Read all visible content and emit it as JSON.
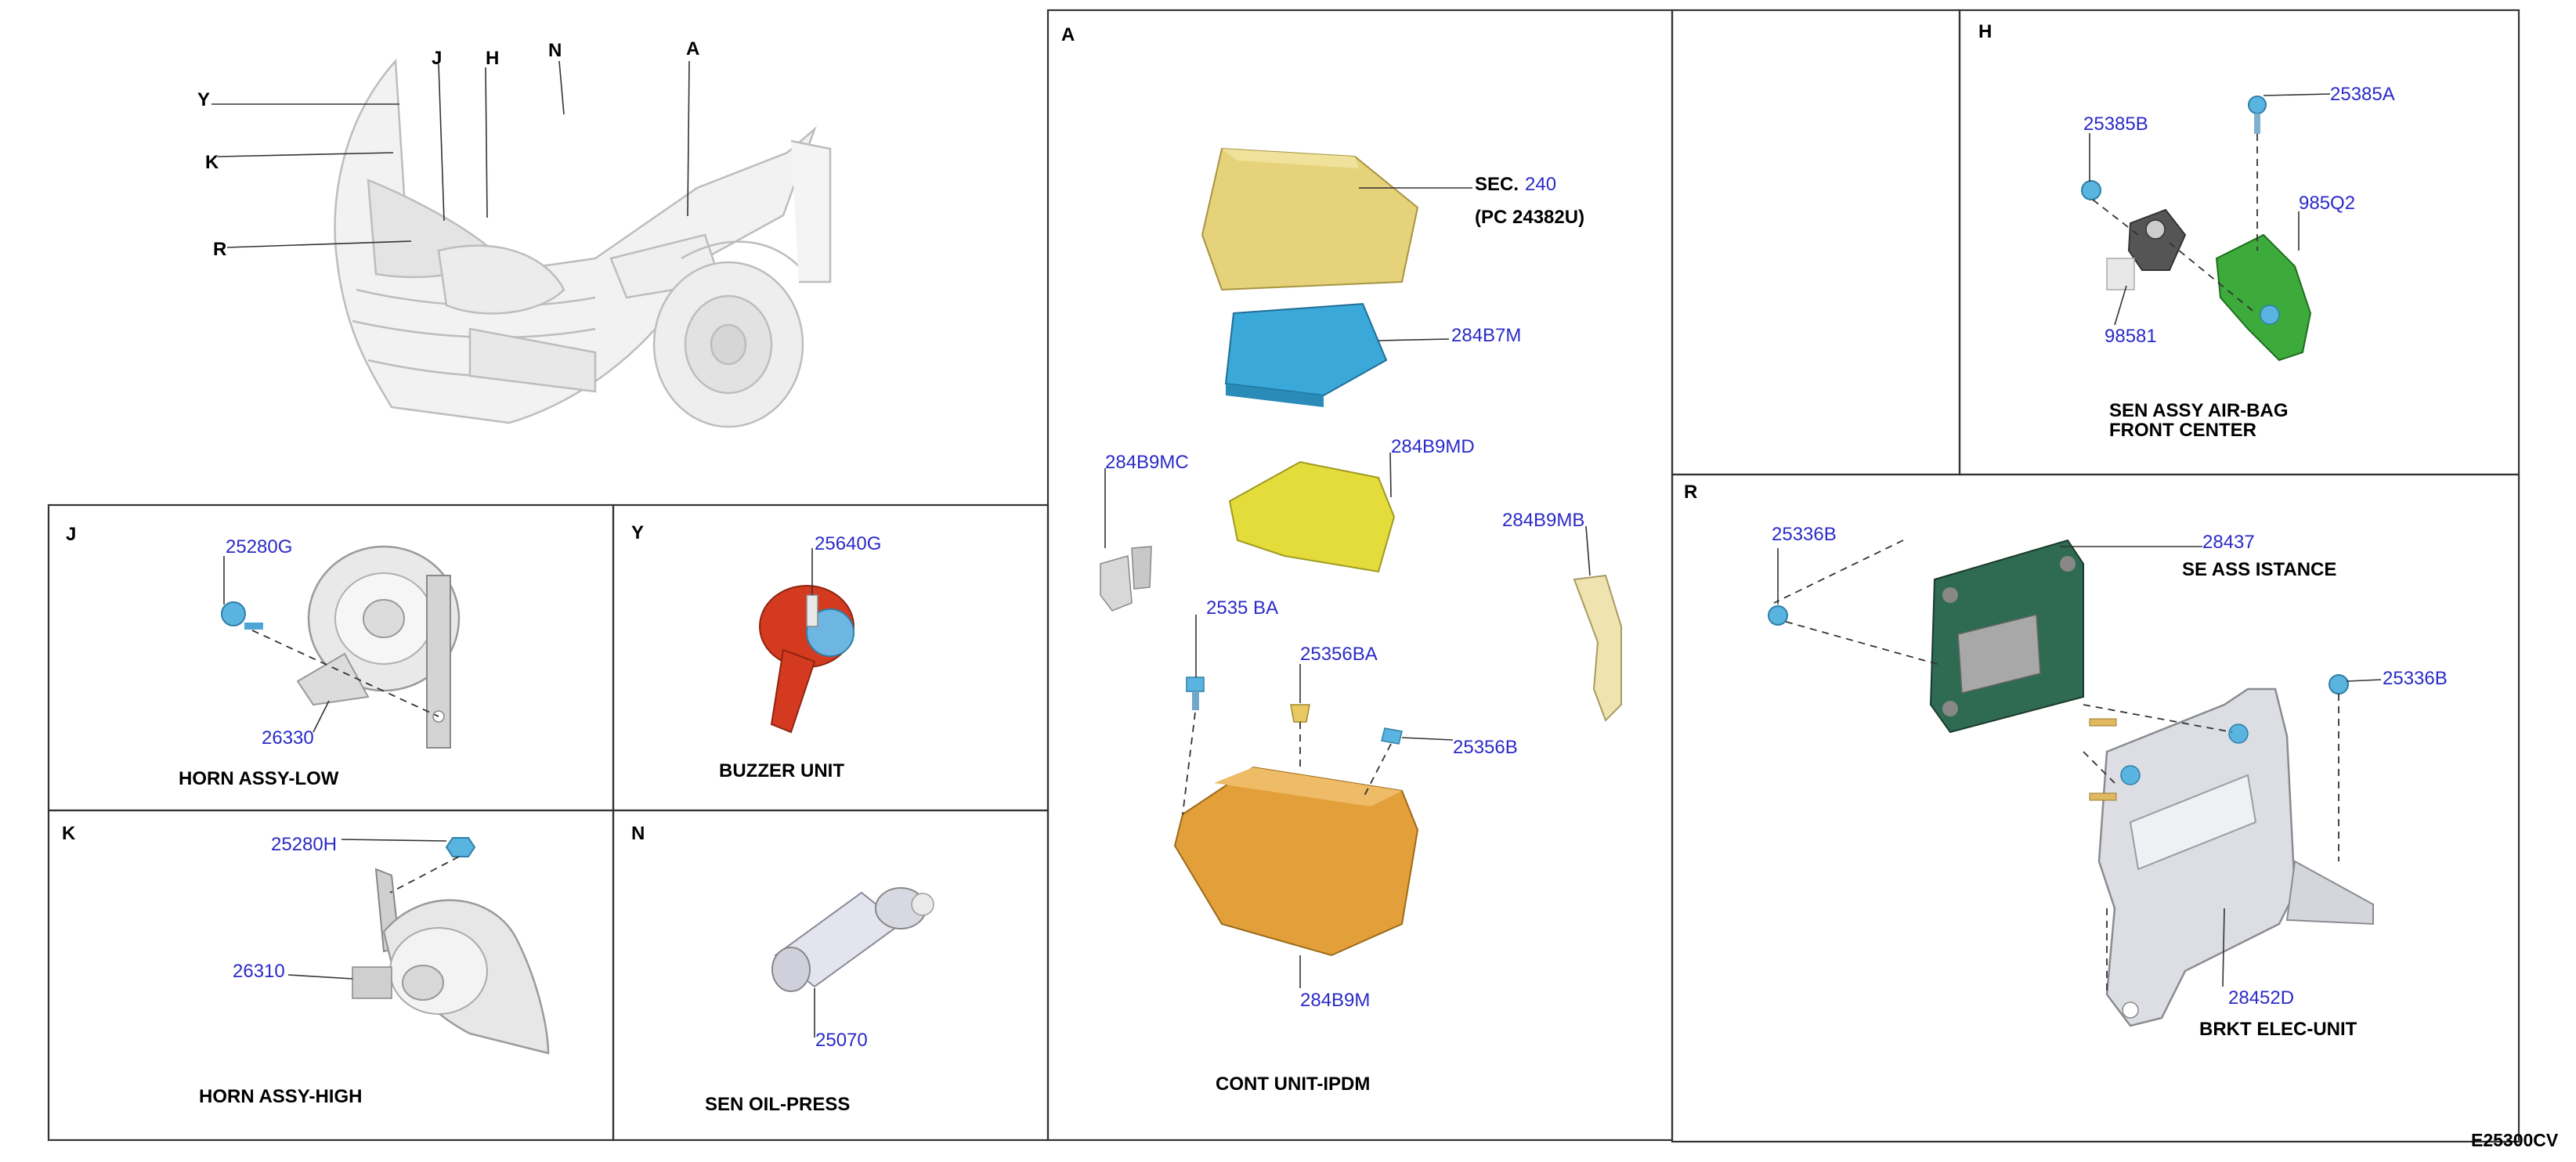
{
  "overview": {
    "letters": {
      "y": "Y",
      "k": "K",
      "r": "R",
      "j": "J",
      "h": "H",
      "n": "N",
      "a": "A"
    }
  },
  "panels": {
    "j": {
      "letter": "J",
      "title": "HORN ASSY-LOW",
      "parts": {
        "nut": "25280G",
        "horn": "26330"
      }
    },
    "y": {
      "letter": "Y",
      "title": "BUZZER UNIT",
      "parts": {
        "buzzer": "25640G"
      }
    },
    "k": {
      "letter": "K",
      "title": "HORN ASSY-HIGH",
      "parts": {
        "nut": "25280H",
        "horn": "26310"
      }
    },
    "n": {
      "letter": "N",
      "title": "SEN OIL-PRESS",
      "parts": {
        "sensor": "25070"
      }
    },
    "a": {
      "letter": "A",
      "title": "CONT UNIT-IPDM",
      "sec_prefix": "SEC.",
      "sec_number": "240",
      "sec_note": "(PC 24382U)",
      "parts": {
        "module": "284B7M",
        "cover": "284B9MD",
        "bracket_left": "284B9MC",
        "bracket_right": "284B9MB",
        "bolt_left": "2535 BA",
        "clip": "25356BA",
        "bolt_right": "25356B",
        "tray": "284B9M"
      }
    },
    "h": {
      "letter": "H",
      "title_line1": "SEN ASSY AIR-BAG",
      "title_line2": "FRONT CENTER",
      "parts": {
        "nut": "25385B",
        "bolt": "25385A",
        "bracket": "985Q2",
        "sensor": "98581"
      }
    },
    "r": {
      "letter": "R",
      "title": "BRKT ELEC-UNIT",
      "sensor_label": "SE  ASS   ISTANCE",
      "parts": {
        "nut_left": "25336B",
        "sensor": "28437",
        "nut_right": "25336B",
        "bracket": "28452D"
      }
    }
  },
  "diagram_code": "E25300CV",
  "colors": {
    "part_number": "#2a2ac8",
    "frame": "#333333",
    "ipdm_cover": "#e6d27a",
    "ipdm_module": "#3aa8d8",
    "ipdm_lower_cover": "#e4dc3a",
    "ipdm_tray": "#e3a03a",
    "buzzer": "#d43a20",
    "airbag_bracket": "#3cab3c",
    "fastener": "#5ab4e0"
  }
}
